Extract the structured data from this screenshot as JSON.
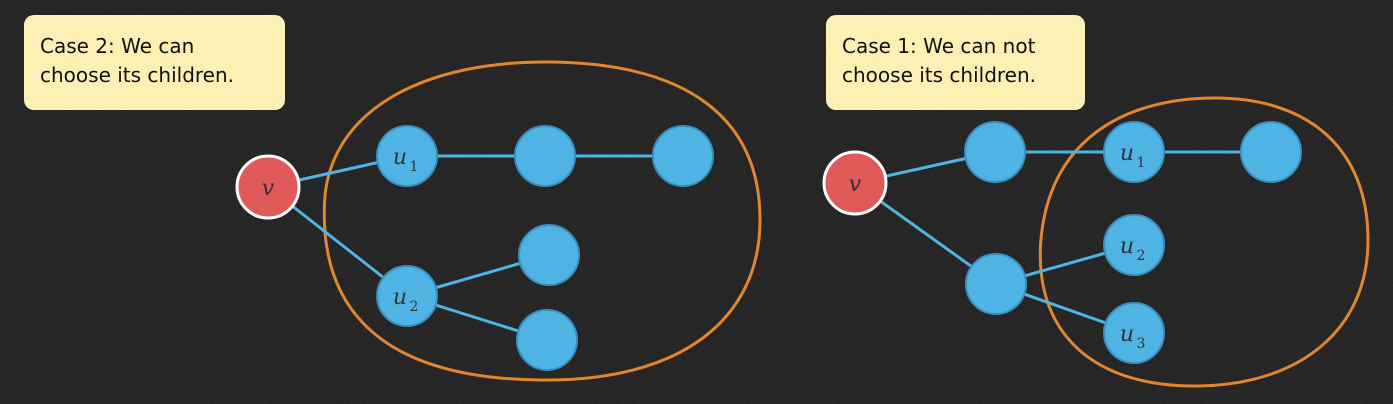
{
  "notes": {
    "left": {
      "line1": "Case 2: We can",
      "line2": "choose its children."
    },
    "right": {
      "line1": "Case 1: We can not",
      "line2": "choose its children."
    }
  },
  "colors": {
    "background": "#1c1c1c",
    "note_fill": "#fdf0b4",
    "node_fill": "#4fb3e4",
    "node_stroke": "#3a8fbf",
    "root_fill": "#e05a5a",
    "edge": "#4fb3e4",
    "enclosure": "#e0862e"
  },
  "left_tree": {
    "root_label": "v",
    "u1": {
      "base": "u",
      "sub": "1"
    },
    "u2": {
      "base": "u",
      "sub": "2"
    }
  },
  "right_tree": {
    "root_label": "v",
    "u1": {
      "base": "u",
      "sub": "1"
    },
    "u2": {
      "base": "u",
      "sub": "2"
    },
    "u3": {
      "base": "u",
      "sub": "3"
    }
  }
}
